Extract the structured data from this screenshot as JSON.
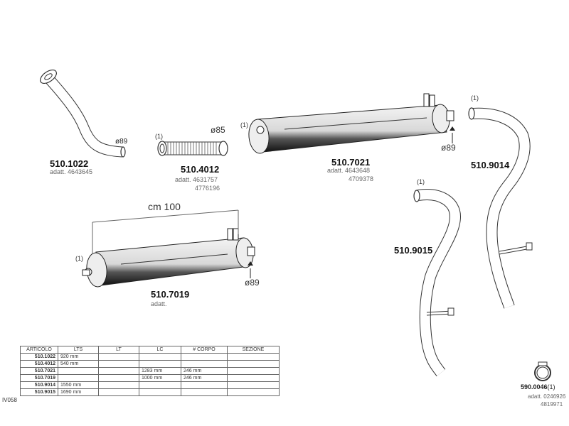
{
  "parts": {
    "p1022": {
      "code": "510.1022",
      "adatt": "adatt. 4643645",
      "diameter": "ø89"
    },
    "p4012": {
      "code": "510.4012",
      "adatt": "adatt. 4631757",
      "adatt2": "4776196",
      "diameter": "ø85",
      "note": "(1)"
    },
    "p7021": {
      "code": "510.7021",
      "adatt": "adatt. 4643648",
      "adatt2": "4709378",
      "diameter": "ø89",
      "note": "(1)"
    },
    "p9014": {
      "code": "510.9014",
      "note": "(1)"
    },
    "p9015": {
      "code": "510.9015",
      "note": "(1)"
    },
    "p7019": {
      "code": "510.7019",
      "adatt": "adatt.",
      "diameter": "ø89",
      "note": "(1)",
      "length": "cm  100"
    },
    "clamp": {
      "code": "590.0046",
      "note": "(1)",
      "adatt": "adatt. 0246926",
      "adatt2": "4819971"
    }
  },
  "side_tag": "IV058",
  "table": {
    "headers": [
      "ARTICOLO",
      "LTS",
      "LT",
      "LC",
      "# CORPO",
      "SEZIONE"
    ],
    "rows": [
      [
        "510.1022",
        "920  mm",
        "",
        "",
        "",
        ""
      ],
      [
        "510.4012",
        "540  mm",
        "",
        "",
        "",
        ""
      ],
      [
        "510.7021",
        "",
        "",
        "1283  mm",
        "246  mm",
        ""
      ],
      [
        "510.7019",
        "",
        "",
        "1000  mm",
        "246  mm",
        ""
      ],
      [
        "510.9014",
        "1550  mm",
        "",
        "",
        "",
        ""
      ],
      [
        "510.9015",
        "1690  mm",
        "",
        "",
        "",
        ""
      ]
    ]
  }
}
